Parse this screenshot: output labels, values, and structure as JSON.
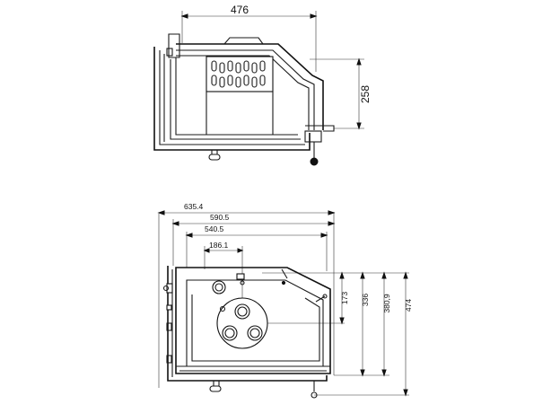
{
  "top_view": {
    "dim_width": "476",
    "dim_depth": "258"
  },
  "front_view": {
    "dim_overall_width": "635.4",
    "dim_width_2": "590.5",
    "dim_width_3": "540.5",
    "dim_offset": "186.1",
    "dim_h_173": "173",
    "dim_h_336": "336",
    "dim_h_380": "380,9",
    "dim_h_474": "474"
  }
}
